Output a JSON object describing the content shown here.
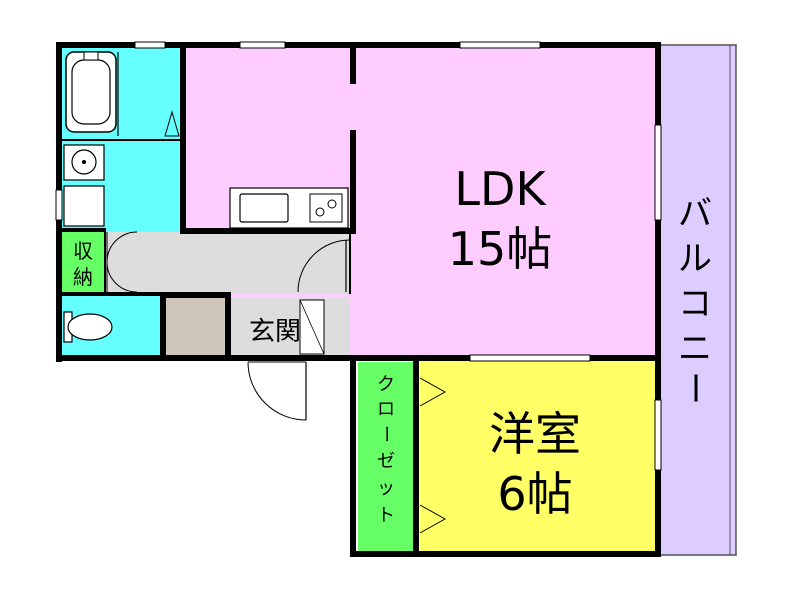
{
  "rooms": {
    "ldk": {
      "name": "LDK",
      "size": "15帖",
      "color": "#ffccff"
    },
    "western": {
      "name": "洋室",
      "size": "6帖",
      "color": "#ffff66"
    },
    "closet": {
      "label": [
        "ク",
        "ロ",
        "ー",
        "ゼ",
        "ッ",
        "ト"
      ],
      "color": "#66ff66"
    },
    "storage": {
      "label": [
        "収",
        "納"
      ],
      "color": "#66ff66"
    },
    "entrance": {
      "name": "玄関",
      "color": "#dddddd"
    },
    "balcony": {
      "label": [
        "バ",
        "ル",
        "コ",
        "ニ",
        "ー"
      ],
      "color": "#ddccff"
    },
    "wet_area_color": "#66ffff",
    "hall_color": "#dddddd",
    "shoe_box_color": "#cfc5b8"
  },
  "icons": [
    "bathtub-icon",
    "washbasin-icon",
    "washing-machine-icon",
    "toilet-icon",
    "kitchen-sink-icon",
    "stove-icon",
    "door-swing-icon"
  ]
}
